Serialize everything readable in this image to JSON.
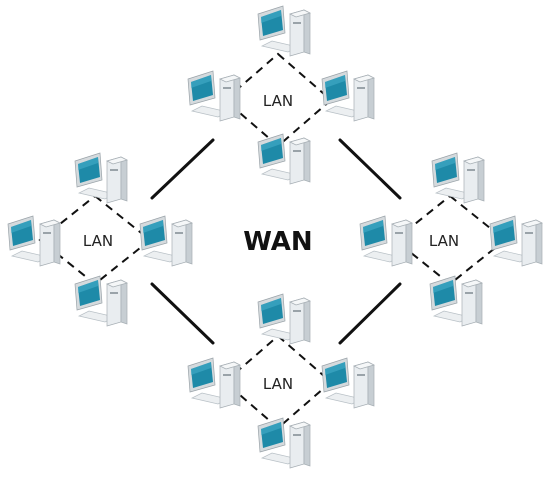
{
  "diagram": {
    "wan_label": "WAN",
    "lan_label": "LAN",
    "lans": [
      {
        "id": "top",
        "label": "LAN"
      },
      {
        "id": "left",
        "label": "LAN"
      },
      {
        "id": "right",
        "label": "LAN"
      },
      {
        "id": "bottom",
        "label": "LAN"
      }
    ],
    "colors": {
      "screen": "#1e8aa8",
      "screen_dark": "#0c5a72",
      "case": "#e9edf0",
      "case_shade": "#c7ced3",
      "link": "#111111"
    },
    "icons": [
      "workstation-icon"
    ]
  }
}
